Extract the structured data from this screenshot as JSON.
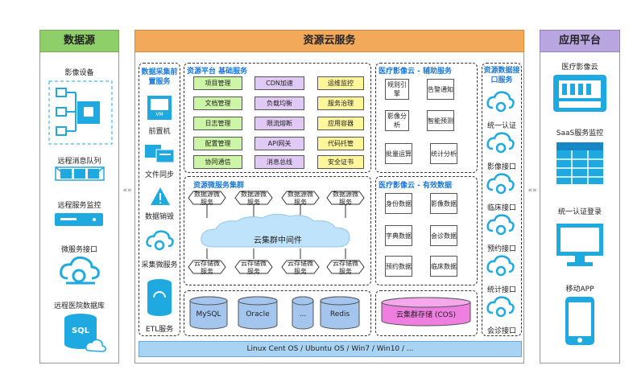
{
  "headers": {
    "left": "数据源",
    "center": "资源云服务",
    "right": "应用平台"
  },
  "left_items": [
    "影像设备",
    "远程消息队列",
    "远程服务监控",
    "微服务接口",
    "远程医院数据库"
  ],
  "sql_badge": "SQL",
  "collect": {
    "title": "数据采集前置服务",
    "items": [
      "前置机",
      "文件同步",
      "数据销毁",
      "采集微服务",
      "ETL服务"
    ],
    "vm_badge": "VM"
  },
  "basic": {
    "title": "资源平台 基础服务",
    "col1": [
      "项目管理",
      "文档管理",
      "日志管理",
      "配置管理",
      "协同通信"
    ],
    "col2": [
      "CDN加速",
      "负载均衡",
      "限流熔断",
      "API网关",
      "消息总线"
    ],
    "col3": [
      "运维监控",
      "服务治理",
      "应用容器",
      "代码托管",
      "安全证书"
    ]
  },
  "assist": {
    "title": "医疗影像云 - 辅助服务",
    "items": [
      "规则引擎",
      "告警通知",
      "影像分析",
      "智能预测",
      "批量运算",
      "统计分析"
    ]
  },
  "micro": {
    "title": "资源微服务集群",
    "top": [
      "数据源微服务",
      "数据源微服务",
      "数据源微服务",
      "数据源微服务"
    ],
    "middleware": "云集群中间件",
    "bottom": [
      "云存储微服务",
      "云存储微服务",
      "云存储微服务",
      "云存储微服务"
    ]
  },
  "effective": {
    "title": "医疗影像云 - 有效数据",
    "items": [
      "身份数据",
      "影像数据",
      "字典数据",
      "会诊数据",
      "预约数据",
      "临床数据"
    ]
  },
  "databases": [
    "MySQL",
    "Oracle",
    "...",
    "Redis"
  ],
  "cos": "云集群存储 (COS)",
  "os_bar": "Linux Cent OS / Ubuntu OS / Win7 / Win10 / ...",
  "interface": {
    "title": "资源数据接口服务",
    "items": [
      "统一认证",
      "影像接口",
      "临床接口",
      "预约接口",
      "统计接口",
      "会诊接口"
    ]
  },
  "right_items": [
    "医疗影像云",
    "SaaS服务监控",
    "统一认证登录",
    "移动APP"
  ],
  "arrows": {
    "left": "«»",
    "right": "«»"
  },
  "colors": {
    "green": "#8fcf6a",
    "orange": "#f2a95a",
    "purple": "#b9a6e0",
    "blue": "#1a78d9",
    "cyan": "#1ea9e1"
  }
}
